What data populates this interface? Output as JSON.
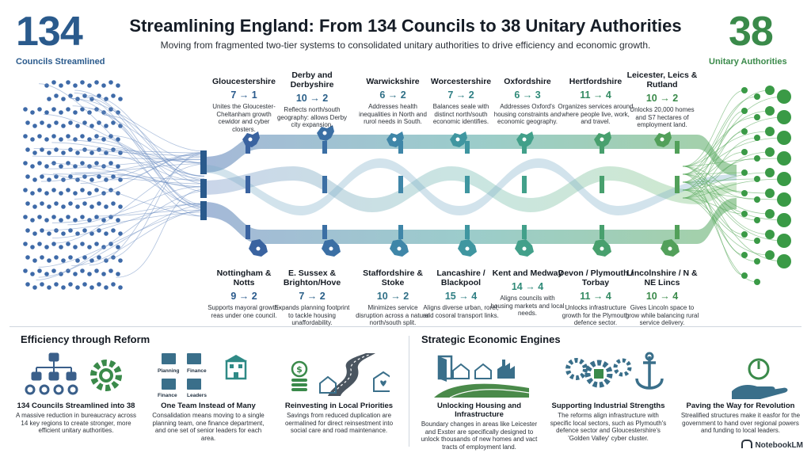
{
  "header": {
    "left_number": "134",
    "left_label": "Councils Streamlined",
    "right_number": "38",
    "right_label": "Unitary Authorities",
    "title": "Streamlining England: From 134 Councils to 38 Unitary Authorities",
    "subtitle": "Moving from fragmented two-tier systems to consolidated unitary authorities to drive efficiency and economic growth."
  },
  "colors": {
    "blue": "#2a5a8c",
    "teal": "#2f8a86",
    "green": "#3a8a4a"
  },
  "top_regions": [
    {
      "name": "Gloucestershire",
      "ratio": "7 → 1",
      "desc": "Unites the Gloucester-Cheltanham growth cewidor and cyber closters.",
      "icon": "gloucestershire-map-icon"
    },
    {
      "name": "Derby and Derbyshire",
      "ratio": "10 → 2",
      "desc": "Reflects north/south geography: allows Derby city expansion.",
      "icon": "derbyshire-map-icon"
    },
    {
      "name": "Warwickshire",
      "ratio": "6 → 2",
      "desc": "Addresses health inequalities in North and rurol needs in South.",
      "icon": "warwickshire-map-icon"
    },
    {
      "name": "Worcestershire",
      "ratio": "7 → 2",
      "desc": "Balances seale with distinct north/south economic identifies.",
      "icon": "worcestershire-map-icon"
    },
    {
      "name": "Oxfordshire",
      "ratio": "6 → 3",
      "desc": "Addresses Oxford's housing constraints and economic geography.",
      "icon": "oxfordshire-map-icon"
    },
    {
      "name": "Hertfordshire",
      "ratio": "11 → 4",
      "desc": "Organizes services around where people live, work, and travel.",
      "icon": "hertfordshire-map-icon"
    },
    {
      "name": "Leicester, Leics & Rutland",
      "ratio": "10 → 2",
      "desc": "Unlocks 20,000 homes and S7 hectares of employment land.",
      "icon": "leicester-map-icon"
    }
  ],
  "bottom_regions": [
    {
      "name": "Nottingham & Notts",
      "ratio": "9 → 2",
      "desc": "Supports mayoral growth-reas under one council.",
      "icon": "nottingham-map-icon"
    },
    {
      "name": "E. Sussex & Brighton/Hove",
      "ratio": "7 → 2",
      "desc": "Expands planning footprint to tackle housing unaffordability.",
      "icon": "sussex-map-icon"
    },
    {
      "name": "Staffordshire & Stoke",
      "ratio": "10 → 2",
      "desc": "Minimizes service disruption across a natural north/south split.",
      "icon": "staffordshire-map-icon"
    },
    {
      "name": "Lancashire / Blackpool",
      "ratio": "15 → 4",
      "desc": "Aligns diverse urban, rorel, and cosoral transport links.",
      "icon": "lancashire-map-icon"
    },
    {
      "name": "Kent and Medway",
      "ratio": "14 → 4",
      "desc": "Aligns councils with housing markets and local needs.",
      "icon": "kent-map-icon"
    },
    {
      "name": "Devon / Plymouth / Torbay",
      "ratio": "11 → 4",
      "desc": "Unlocks infrastructure growth for the Plymouth defence sector.",
      "icon": "devon-map-icon"
    },
    {
      "name": "Lincolnshire / N & NE Lincs",
      "ratio": "10 → 4",
      "desc": "Gives Lincoln space to grow while balancing rural service delivery.",
      "icon": "lincolnshire-map-icon"
    }
  ],
  "efficiency": {
    "title": "Efficiency through Reform",
    "cards": [
      {
        "title": "134 Councils Streamlined into 38",
        "desc": "A massive reduction in bureaucracy across 14 key regions to create stronger, more efficient unitary authorities.",
        "icon": "org-chart-gear-icon"
      },
      {
        "title": "One Team Instead of Many",
        "desc": "Consalidation means moving to a single planning team, one finance department, and one set of senior leaders for each area.",
        "icon": "buildings-icon",
        "labels": [
          "Planning",
          "Finance",
          "Finance",
          "Leaders"
        ]
      },
      {
        "title": "Reinvesting in Local Priorities",
        "desc": "Savings from reduced duplication are oermalined for direct reinsestment into social care and road maintenance.",
        "icon": "coins-road-icon"
      }
    ]
  },
  "economic": {
    "title": "Strategic Economic Engines",
    "cards": [
      {
        "title": "Unlocking Housing and Infrastructure",
        "desc": "Boundary changes in areas like Leicester and Exster are specifically designed to unlock thousands of new homes and vact tracts of employment land.",
        "icon": "houses-door-icon"
      },
      {
        "title": "Supporting Industrial Strengths",
        "desc": "The reforms align infrastructure with specific local sectors, such as Plymouth's defence sector and Gloucestershire's 'Golden Valley' cyber cluster.",
        "icon": "gears-anchor-icon"
      },
      {
        "title": "Paving the Way for Revolution",
        "desc": "Strealified structures make it easfor for the government to hand over regional powers and funding to local leaders.",
        "icon": "hand-power-icon"
      }
    ]
  },
  "brand": "NotebookLM"
}
